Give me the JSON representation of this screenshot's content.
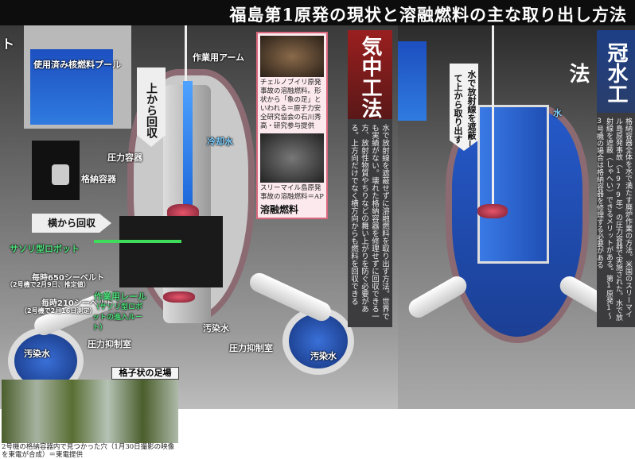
{
  "title": "福島第1原発の現状と溶融燃料の主な取り出し方法",
  "left_method": {
    "name": "気中工法",
    "description": "水で放射線を遮蔽せずに溶融燃料を取り出す方法。世界でも実績がない。壊れた格納容器を修理せずに回収できる一方、放射性物質やちりなどの舞い上がりを防ぐ必要がある。上方向だけでなく横方向からも燃料を回収できる",
    "color": "#8e1e1e"
  },
  "right_method": {
    "name": "冠水工法",
    "description": "格納容器全体を水で満たす廃炉作業の方法。米国のスリーマイル島原発事故（1979年）の圧力容器で実施された。水で放射線を遮蔽（しゃへい）できるメリットがある。第1原発1～3号機の場合は格納容器を修理する必要がある",
    "color": "#1d3f86"
  },
  "labels": {
    "left_edge": "ト",
    "spent_fuel_pool": "使用済み核燃料プール",
    "work_arm": "作業用アーム",
    "from_above": "上から回収",
    "cooling_water": "冷却水",
    "pressure_vessel": "圧力容器",
    "containment_vessel": "格納容器",
    "from_side": "横から回収",
    "scorpion_robot": "サソリ型ロボット",
    "dose1_value": "毎時650シーベルト",
    "dose1_note": "（2号機で2月9日、推定値）",
    "dose2_value": "毎時210シーベルト",
    "dose2_note": "（2号機で2月16日測定）",
    "work_rail": "作業用レール",
    "work_rail_note": "（サソリ型ロボットの進入ルート）",
    "contaminated_water_left": "汚染水",
    "suppression_chamber_left": "圧力抑制室",
    "contaminated_water_center": "汚染水",
    "suppression_chamber_center": "圧力抑制室",
    "contaminated_water_right": "汚染水",
    "molten_fuel": "溶融燃料",
    "grating": "格子状の足場",
    "shield_with_water": "水で放射線を遮蔽して上から取り出す",
    "water": "水"
  },
  "callout": {
    "chernobyl_caption": "チェルノブイリ原発事故の溶融燃料。形状から「象の足」といわれる＝原子力安全研究協会の石川秀高・研究参与提供",
    "tmi_caption": "スリーマイル島原発事故の溶融燃料＝AP"
  },
  "bottom_photo_caption": "2号機の格納容器内で見つかった穴（1月30日撮影の映像を東電が合成）＝東電提供"
}
